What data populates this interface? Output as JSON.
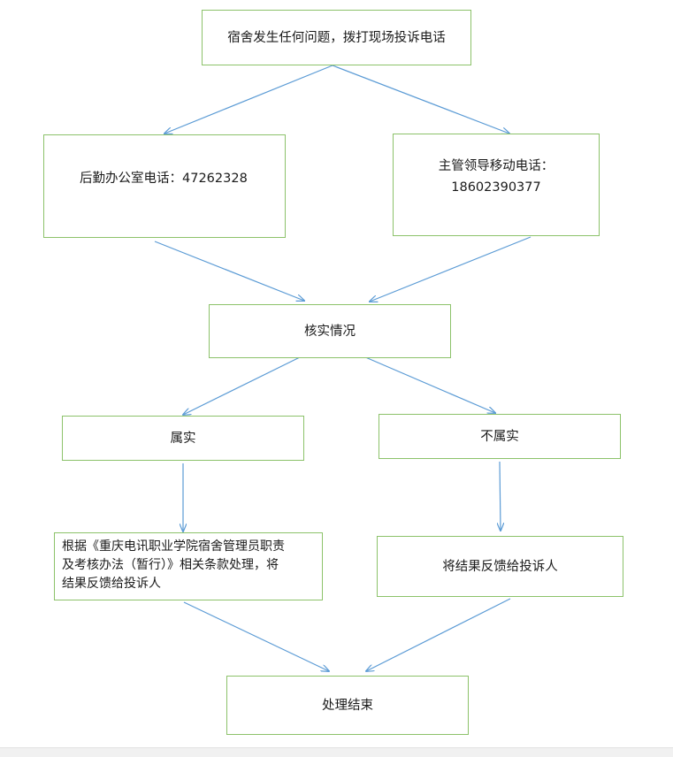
{
  "flowchart": {
    "start": "宿舍发生任何问题，拨打现场投诉电话",
    "logistics": "后勤办公室电话：47262328",
    "supervisor_line1": "主管领导移动电话：",
    "supervisor_line2": "18602390377",
    "verify": "核实情况",
    "true_branch": "属实",
    "false_branch": "不属实",
    "true_action_line1": "根据《重庆电讯职业学院宿舍管理员职责",
    "true_action_line2": "及考核办法（暂行）》相关条款处理，将",
    "true_action_line3": "结果反馈给投诉人",
    "false_action": "将结果反馈给投诉人",
    "end": "处理结束"
  },
  "colors": {
    "box_border": "#8cc26a",
    "arrow": "#5b9bd5"
  }
}
